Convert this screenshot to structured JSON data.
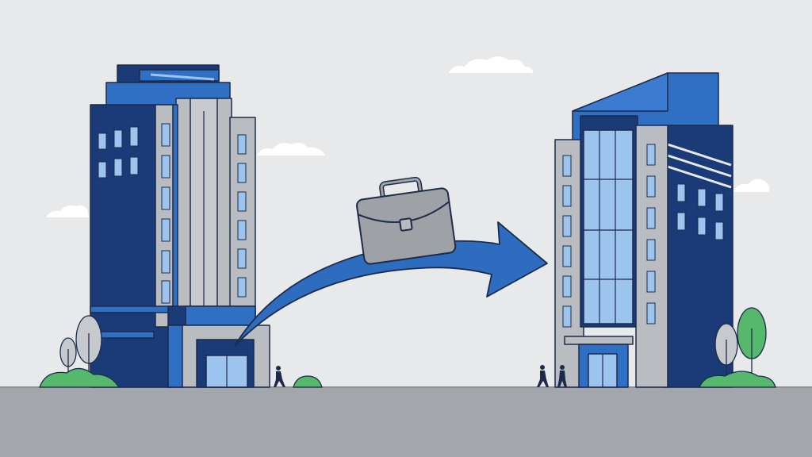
{
  "scene": {
    "description_free": true,
    "palette": {
      "sky": "#e8e9eb",
      "ground": "#a3a6ab",
      "navy": "#1b3a78",
      "blue": "#2f6fc4",
      "light_blue": "#9cc4ee",
      "gray": "#b9bcc0",
      "outline": "#1d2b4a",
      "green": "#56b86c",
      "tree_gray": "#c6c9cd",
      "arrow": "#2e6cc0",
      "briefcase": "#9ea1a5",
      "cloud": "#ffffff"
    },
    "icons": {
      "left_building": "office-tower",
      "right_building": "office-tower",
      "briefcase": "briefcase-icon",
      "arrow": "curved-arrow"
    }
  }
}
